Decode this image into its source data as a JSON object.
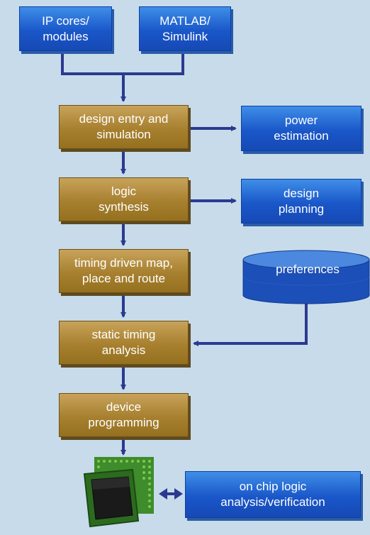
{
  "diagram": {
    "nodes": {
      "ip_cores": "IP cores/\nmodules",
      "matlab": "MATLAB/\nSimulink",
      "design_entry": "design entry and\nsimulation",
      "power_estimation": "power\nestimation",
      "logic_synthesis": "logic\nsynthesis",
      "design_planning": "design\nplanning",
      "timing_map": "timing driven map,\nplace and route",
      "preferences": "preferences",
      "static_timing": "static timing\nanalysis",
      "device_programming": "device\nprogramming",
      "on_chip": "on chip logic\nanalysis/verification"
    },
    "icons": {
      "chip": "fpga-chip-icon",
      "database": "database-cylinder-icon"
    },
    "colors": {
      "background": "#c7dbeb",
      "blue_box": "#1a57c9",
      "gold_box": "#a7802f",
      "arrow": "#2b3a8f"
    }
  }
}
